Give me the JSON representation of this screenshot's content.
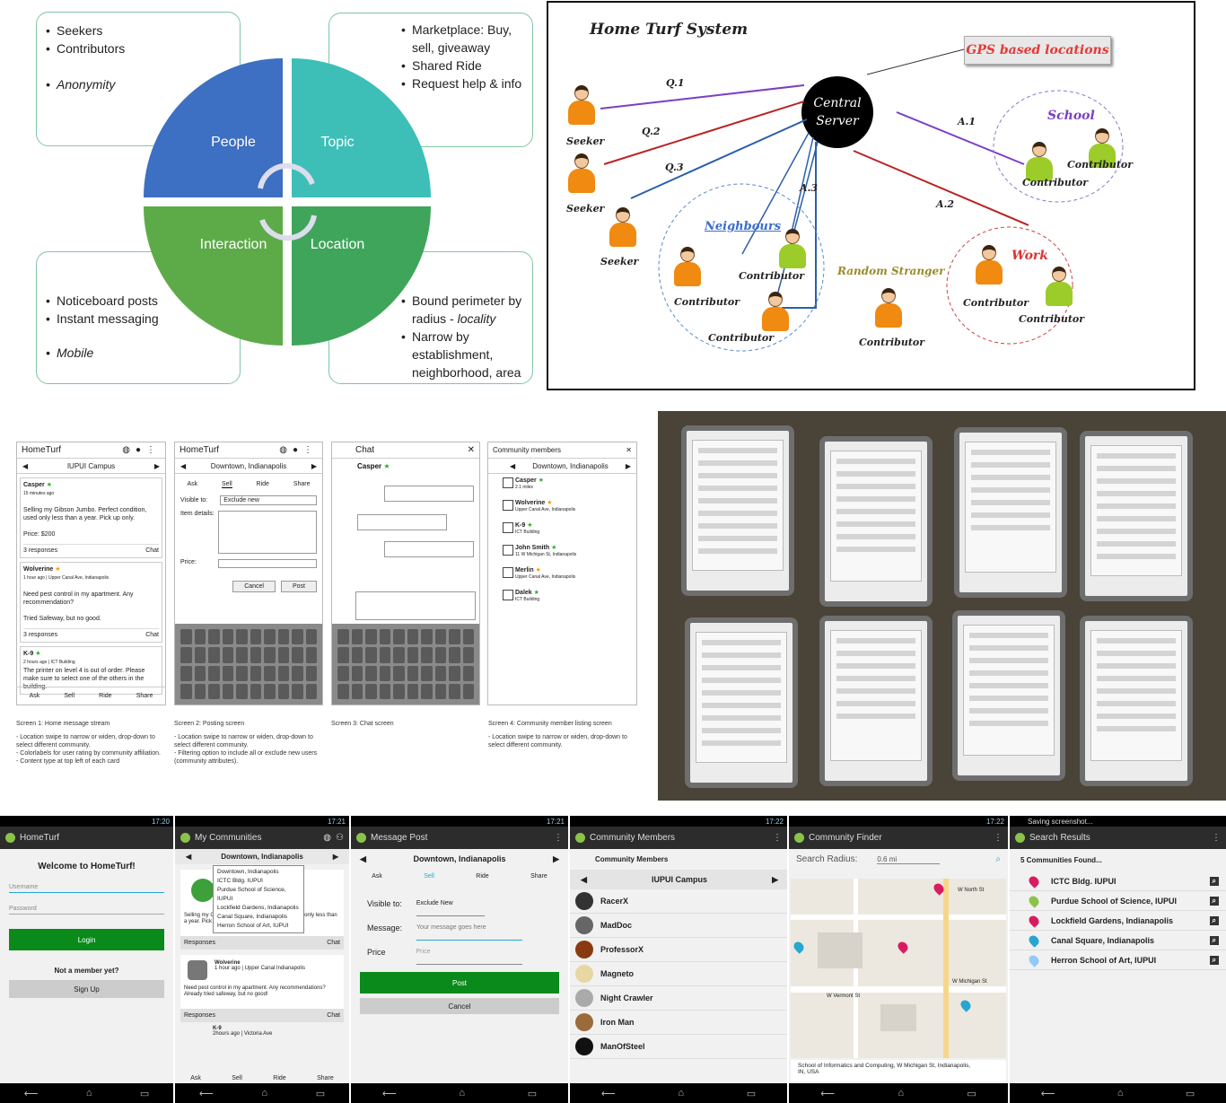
{
  "quadrant": {
    "labels": {
      "people": "People",
      "topic": "Topic",
      "interaction": "Interaction",
      "location": "Location"
    },
    "boxes": {
      "people": [
        "Seekers",
        "Contributors"
      ],
      "people_italic": "Anonymity",
      "topic": [
        "Marketplace: Buy, sell, giveaway",
        "Shared Ride",
        "Request help & info"
      ],
      "interaction": [
        "Noticeboard posts",
        "Instant messaging"
      ],
      "interaction_italic": "Mobile",
      "location_1": "Bound perimeter by radius - ",
      "location_1_italic": "locality",
      "location_2": "Narrow by establishment, neighborhood, area"
    },
    "colors": {
      "people": "#3d6fc2",
      "topic": "#3dbfb8",
      "interaction": "#5dab48",
      "location": "#3fa55a"
    }
  },
  "system": {
    "title": "Home Turf System",
    "gps": "GPS based locations",
    "server": [
      "Central",
      "Server"
    ],
    "arrows": {
      "q1": "Q.1",
      "q2": "Q.2",
      "q3": "Q.3",
      "a1": "A.1",
      "a2": "A.2",
      "a3": "A.3"
    },
    "groups": {
      "school": "School",
      "neighbours": "Neighbours",
      "work": "Work",
      "random": "Random Stranger"
    },
    "seeker": "Seeker",
    "contributor": "Contributor"
  },
  "wireframes": {
    "app": "HomeTurf",
    "s1": {
      "location": "IUPUI Campus",
      "posts": [
        {
          "user": "Casper",
          "meta": "15 minutes ago",
          "text": "Selling my Gibson Jumbo. Perfect condition, used only less than a year. Pick up only.",
          "price": "Price: $200",
          "responses": "3 responses",
          "chat": "Chat"
        },
        {
          "user": "Wolverine",
          "meta": "1 hour ago | Upper Canal Ave, Indianapolis",
          "text": "Need pest control in my apartment. Any recommendation?",
          "extra": "Tried Safeway, but no good.",
          "responses": "3 responses",
          "chat": "Chat"
        },
        {
          "user": "K-9",
          "meta": "2 hours ago | ICT Building",
          "text": "The printer on level 4 is out of order. Please make sure to select one of the others in the building."
        }
      ],
      "nav": [
        "Ask",
        "Sell",
        "Ride",
        "Share"
      ]
    },
    "s2": {
      "location": "Downtown, Indianapolis",
      "tabs": [
        "Ask",
        "Sell",
        "Ride",
        "Share"
      ],
      "visible": "Visible to:",
      "visible_val": "Exclude new",
      "details": "Item details:",
      "price": "Price:",
      "cancel": "Cancel",
      "post": "Post"
    },
    "s3": {
      "title": "Chat",
      "user": "Casper"
    },
    "s4": {
      "title": "Community members",
      "location": "Downtown, Indianapolis",
      "members": [
        {
          "name": "Casper",
          "sub": "2.1 miles"
        },
        {
          "name": "Wolverine",
          "sub": "Upper Canal Ave, Indianapolis"
        },
        {
          "name": "K-9",
          "sub": "ICT Building"
        },
        {
          "name": "John Smith",
          "sub": "11 W Michigan St, Indianapolis"
        },
        {
          "name": "Merlin",
          "sub": "Upper Canal Ave, Indianapolis"
        },
        {
          "name": "Dalek",
          "sub": "ICT Building"
        }
      ]
    },
    "captions": [
      {
        "title": "Screen 1: Home message stream",
        "lines": [
          "- Location swipe to narrow or widen, drop-down to select different community.",
          "- Colorlabels for user rating by community affiliation.",
          "- Content type at top left of each card"
        ]
      },
      {
        "title": "Screen 2: Posting screen",
        "lines": [
          "- Location swipe to narrow or widen, drop-down to select different community.",
          "- Filtering option to include all or exclude new users (community attributes)."
        ]
      },
      {
        "title": "Screen 3: Chat screen",
        "lines": []
      },
      {
        "title": "Screen 4: Community member listing screen",
        "lines": [
          "- Location swipe to narrow or widen, drop-down to select different community."
        ]
      }
    ]
  },
  "android": {
    "s1": {
      "time": "17:20",
      "title": "HomeTurf",
      "welcome": "Welcome to HomeTurf!",
      "username": "Username",
      "password": "Password",
      "login": "Login",
      "not_member": "Not a member yet?",
      "signup": "Sign Up"
    },
    "s2": {
      "time": "17:21",
      "title": "My Communities",
      "selected": "Downtown, Indianapolis",
      "options": [
        "Downtown, Indianapolis",
        "ICTC Bldg. IUPUI",
        "Purdue School of Science, IUPUI",
        "Lockfield Gardens, Indianapolis",
        "Canal Square, Indianapolis",
        "Herron School of Art, IUPUI"
      ],
      "post1": "Selling my Gibson Jumbo. Perfect condition, used only less than a year. Pick up only. Price: $200",
      "responses": "Responses",
      "chat": "Chat",
      "user2": "Wolverine",
      "meta2": "1 hour ago | Upper Canal Indianapolis",
      "post2": "Need pest control in my apartment. Any recommendations? Already tried safeway, but no good!",
      "user3": "K-9",
      "meta3": "2hours ago | Victoria Ave",
      "nav": [
        "Ask",
        "Sell",
        "Ride",
        "Share"
      ]
    },
    "s3": {
      "time": "17:21",
      "title": "Message Post",
      "location": "Downtown, Indianapolis",
      "tabs": [
        "Ask",
        "Sell",
        "Ride",
        "Share"
      ],
      "visible": "Visible to:",
      "visible_val": "Exclude New",
      "message": "Message:",
      "message_ph": "Your message goes here",
      "price": "Price",
      "price_ph": "Price",
      "post": "Post",
      "cancel": "Cancel"
    },
    "s4": {
      "time": "17:22",
      "title": "Community Members",
      "header": "Community Members",
      "location": "IUPUI Campus",
      "members": [
        "RacerX",
        "MadDoc",
        "ProfessorX",
        "Magneto",
        "Night Crawler",
        "Iron Man",
        "ManOfSteel"
      ]
    },
    "s5": {
      "time": "17:22",
      "title": "Community Finder",
      "radius_label": "Search Radius:",
      "radius_val": "0.6 mi",
      "address": "School of Informatics and Computing, W Michigan St, Indianapolis, IN, USA",
      "streets": [
        "W North St",
        "W Michigan St",
        "W Vermont St"
      ]
    },
    "s6": {
      "status": "Saving screenshot...",
      "title": "Search Results",
      "found": "5 Communities Found...",
      "results": [
        {
          "name": "ICTC Bldg. IUPUI",
          "color": "#d81b60"
        },
        {
          "name": "Purdue School of Science, IUPUI",
          "color": "#8bc34a"
        },
        {
          "name": "Lockfield Gardens, Indianapolis",
          "color": "#d81b60"
        },
        {
          "name": "Canal Square, Indianapolis",
          "color": "#26a6d1"
        },
        {
          "name": "Herron School of Art, IUPUI",
          "color": "#90caf9"
        }
      ]
    }
  }
}
